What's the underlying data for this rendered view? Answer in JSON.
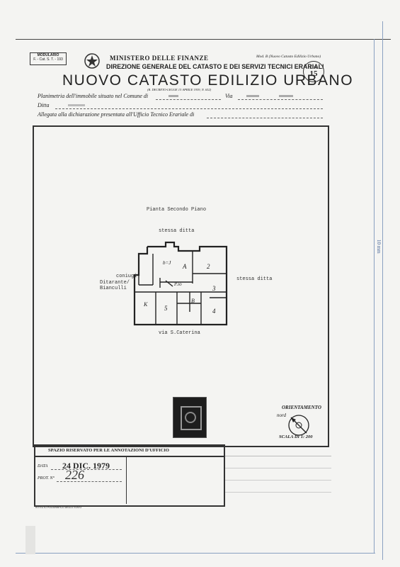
{
  "form": {
    "modulario_line1": "MODULARIO",
    "modulario_line2": "F. - Cat. S. T. - 193",
    "ministry": "MINISTERO DELLE FINANZE",
    "directorate": "DIREZIONE GENERALE DEL CATASTO E DEI SERVIZI TECNICI ERARIALI",
    "model": "Mod. B (Nuovo Catasto Edilizio Urbano)",
    "price_label": "Lire",
    "price_value": "15",
    "title": "NUOVO CATASTO EDILIZIO URBANO",
    "decree": "(R. DECRETO-LEGGE 13 APRILE 1939, N. 652)",
    "planimetry_label": "Planimetria dell'immobile situato nel Comune di",
    "via_label": "Via",
    "ditta_label": "Ditta",
    "allegata_label": "Allegata alla dichiarazione presentata all'Ufficio Tecnico Erariale di",
    "side_label": "10 mm"
  },
  "plan": {
    "title": "Pianta Secondo Piano",
    "north_neighbor": "stessa ditta",
    "east_neighbor": "stessa ditta",
    "west_neighbor_1": "Ditarante/",
    "west_neighbor_2": "Bianculli",
    "west_neighbor_3": "coniugi",
    "street": "via S.Caterina",
    "room_a": "A",
    "room_2": "2",
    "room_3": "3",
    "room_4": "4",
    "room_5": "5",
    "room_b": "B",
    "room_k": "K",
    "room_p": "P.io",
    "room_bj": "b=J"
  },
  "orientation": {
    "title": "ORIENTAMENTO",
    "nord": "nord",
    "scale": "SCALA DI 1: 200"
  },
  "office": {
    "header": "SPAZIO RISERVATO PER LE ANNOTAZIONI D'UFFICIO",
    "data_label": "DATA",
    "data_value": "24 DIC. 1979",
    "prot_label": "PROT. N°",
    "prot_value": "226"
  },
  "footer": {
    "printer": "ISTITUTO POLIGRAFICO DELLO STATO"
  },
  "colors": {
    "paper": "#f4f4f2",
    "ink": "#222222",
    "faint_line": "#8aa0c0"
  }
}
